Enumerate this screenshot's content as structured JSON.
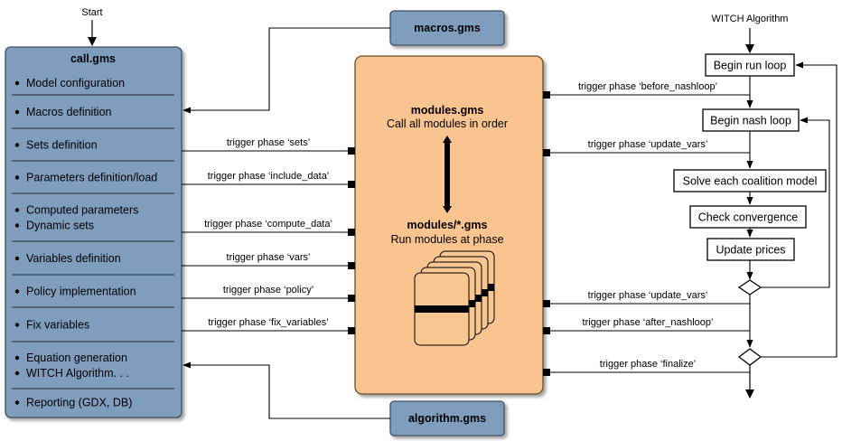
{
  "start_label": "Start",
  "call_box": {
    "title": "call.gms",
    "items": [
      [
        "Model configuration"
      ],
      [
        "Macros definition"
      ],
      [
        "Sets definition"
      ],
      [
        "Parameters definition/load"
      ],
      [
        "Computed parameters",
        "Dynamic sets"
      ],
      [
        "Variables definition"
      ],
      [
        "Policy implementation"
      ],
      [
        "Fix variables"
      ],
      [
        "Equation generation",
        "WITCH Algorithm. . ."
      ],
      [
        "Reporting (GDX, DB)"
      ]
    ]
  },
  "macros_label": "macros.gms",
  "algorithm_label": "algorithm.gms",
  "modules_box": {
    "title": "modules.gms",
    "subtitle": "Call all modules in order",
    "title2": "modules/*.gms",
    "subtitle2": "Run modules at phase"
  },
  "left_triggers": [
    "trigger phase ‘sets’",
    "trigger phase ‘include_data’",
    "trigger phase ‘compute_data’",
    "trigger phase ‘vars’",
    "trigger phase ‘policy’",
    "trigger phase ‘fix_variables’"
  ],
  "right_triggers": [
    "trigger phase ‘before_nashloop’",
    "trigger phase ‘update_vars’",
    "trigger phase ‘update_vars’",
    "trigger phase ‘after_nashloop’",
    "trigger phase ‘finalize’"
  ],
  "algorithm": {
    "title": "WITCH Algorithm",
    "steps": [
      "Begin run loop",
      "Begin nash loop",
      "Solve each coalition model",
      "Check convergence",
      "Update prices"
    ]
  },
  "colors": {
    "blue_fill": "#7f9dbd",
    "blue_stroke": "#3c4f63",
    "orange_fill": "#f9c48f",
    "orange_stroke": "#6b4a25",
    "module_fill": "#f8c690"
  }
}
